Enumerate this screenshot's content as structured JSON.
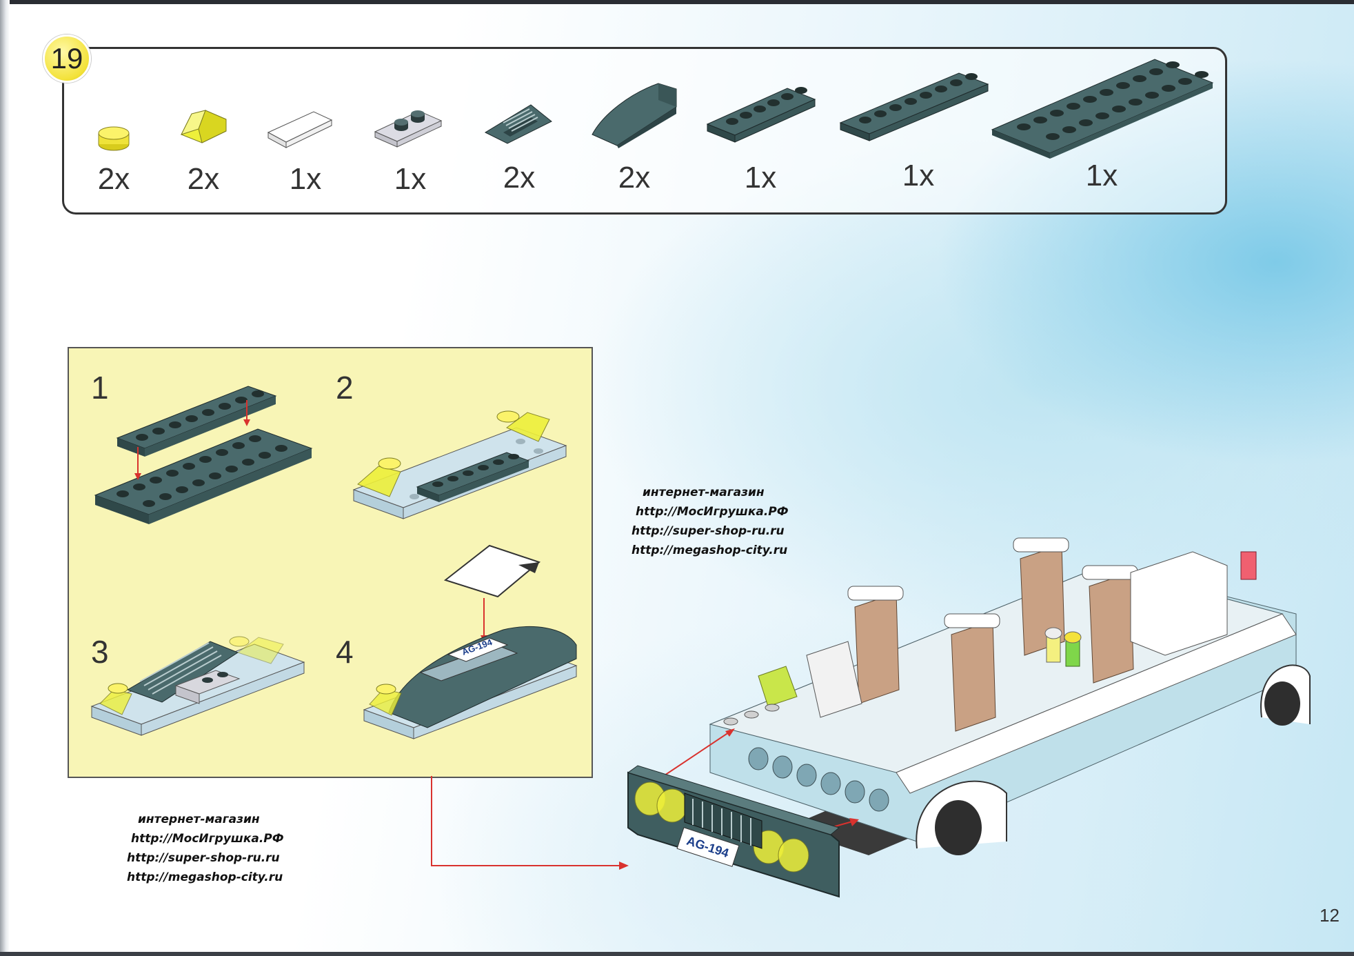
{
  "step": {
    "number": "19"
  },
  "parts": [
    {
      "name": "yellow-round-plate-1x1",
      "qty": "2x",
      "color": "#f4ea3a"
    },
    {
      "name": "yellow-trans-slope-1x1",
      "qty": "2x",
      "color": "#eef03a"
    },
    {
      "name": "white-tile-1x2",
      "qty": "1x",
      "color": "#ffffff"
    },
    {
      "name": "light-gray-plate-1x2",
      "qty": "1x",
      "color": "#d8d8de"
    },
    {
      "name": "dark-slate-grille-slope",
      "qty": "2x",
      "color": "#4a6a6c"
    },
    {
      "name": "dark-slate-curved-slope",
      "qty": "2x",
      "color": "#4a6a6c"
    },
    {
      "name": "dark-slate-plate-1x6",
      "qty": "1x",
      "color": "#4a6a6c"
    },
    {
      "name": "dark-slate-plate-1x8",
      "qty": "1x",
      "color": "#4a6a6c"
    },
    {
      "name": "dark-slate-plate-2x10",
      "qty": "1x",
      "color": "#4a6a6c"
    }
  ],
  "substeps": [
    {
      "number": "1"
    },
    {
      "number": "2"
    },
    {
      "number": "3"
    },
    {
      "number": "4"
    }
  ],
  "license_plate": "AG-194",
  "watermarks": [
    {
      "lines": [
        "интернет-магазин",
        "http://МосИгрушка.РФ",
        "http://super-shop-ru.ru",
        "http://megashop-city.ru"
      ]
    },
    {
      "lines": [
        "интернет-магазин",
        "http://МосИгрушка.РФ",
        "http://super-shop-ru.ru",
        "http://megashop-city.ru"
      ]
    }
  ],
  "page_number": "12",
  "colors": {
    "panel_yellow": "#f8f5b6",
    "dark_slate": "#4a6a6c",
    "light_blue": "#bfe0ea",
    "trans_yellow": "#f0f230",
    "arrow_red": "#d9322e",
    "seat_tan": "#c9a184"
  }
}
